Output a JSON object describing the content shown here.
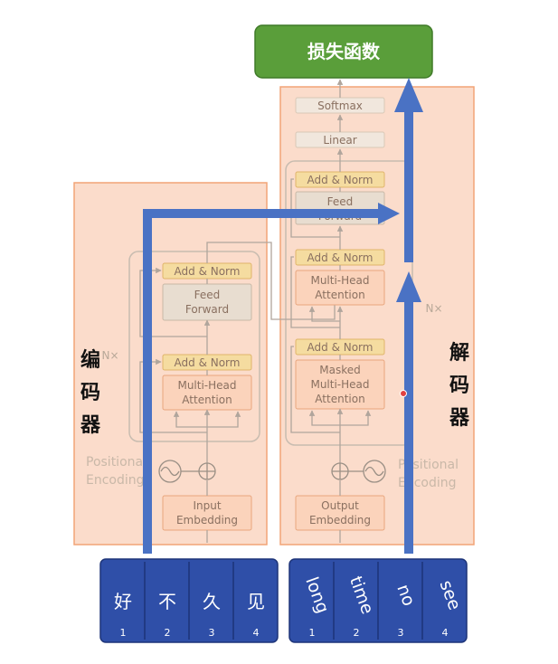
{
  "loss_label": "损失函数",
  "encoder": {
    "side_label": [
      "编",
      "码",
      "器"
    ],
    "nx": "N×",
    "add_norm_top": "Add & Norm",
    "feed_forward": [
      "Feed",
      "Forward"
    ],
    "add_norm_bottom": "Add & Norm",
    "multi_head": [
      "Multi-Head",
      "Attention"
    ],
    "positional_encoding": [
      "Positional",
      "Encoding"
    ],
    "input_embedding": [
      "Input",
      "Embedding"
    ],
    "tokens": [
      "好",
      "不",
      "久",
      "见"
    ],
    "indices": [
      "1",
      "2",
      "3",
      "4"
    ]
  },
  "decoder": {
    "side_label": [
      "解",
      "码",
      "器"
    ],
    "nx": "N×",
    "softmax": "Softmax",
    "linear": "Linear",
    "add_norm_1": "Add & Norm",
    "feed_forward": [
      "Feed",
      "Forward"
    ],
    "add_norm_2": "Add & Norm",
    "multi_head": [
      "Multi-Head",
      "Attention"
    ],
    "add_norm_3": "Add & Norm",
    "masked_multi_head": [
      "Masked",
      "Multi-Head",
      "Attention"
    ],
    "positional_encoding": [
      "Positional",
      "Encoding"
    ],
    "output_embedding": [
      "Output",
      "Embedding"
    ],
    "tokens": [
      "long",
      "time",
      "no",
      "see"
    ],
    "indices": [
      "1",
      "2",
      "3",
      "4"
    ]
  },
  "colors": {
    "encoder_bg": "#fbdccb",
    "border_orange": "#f2a477",
    "blue_arrow": "#4a72c4",
    "token_bar": "#2f4fa8",
    "loss_green": "#5a9e3a"
  }
}
